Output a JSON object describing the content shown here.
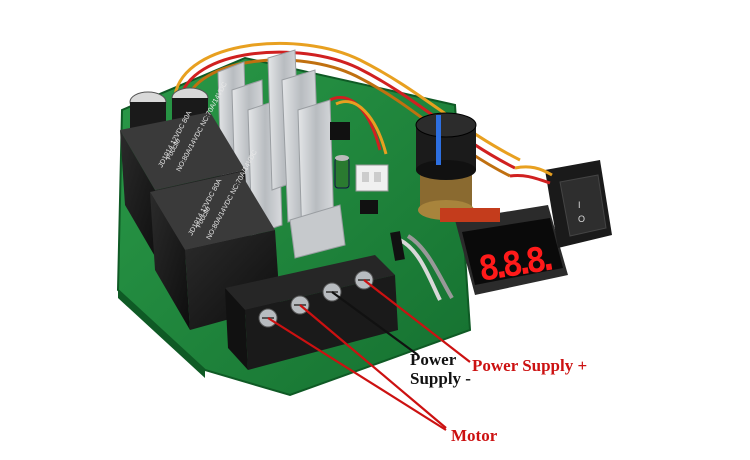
{
  "labels": {
    "power_supply_minus_line1": "Power",
    "power_supply_minus_line2": "Supply -",
    "power_supply_plus": "Power Supply +",
    "motor": "Motor"
  },
  "relays": {
    "top": {
      "brand": "Foocile",
      "model": "JD1914 12VDC 80A",
      "rating": "NO:80A/14VDC NC:70A/14VDC"
    },
    "bottom": {
      "brand": "Foocile",
      "model": "JD1914 12VDC 80A",
      "rating": "NO:80A/14VDC NC:70A/14VDC"
    }
  },
  "display": {
    "digits": "8.8.8.",
    "color": "#ff1a1a"
  },
  "colors": {
    "pcb": "#1f8a3c",
    "terminal": "#1a1a1a",
    "heatsink": "#c9ccd0",
    "annotation_red": "#cc1111",
    "annotation_black": "#111111"
  }
}
